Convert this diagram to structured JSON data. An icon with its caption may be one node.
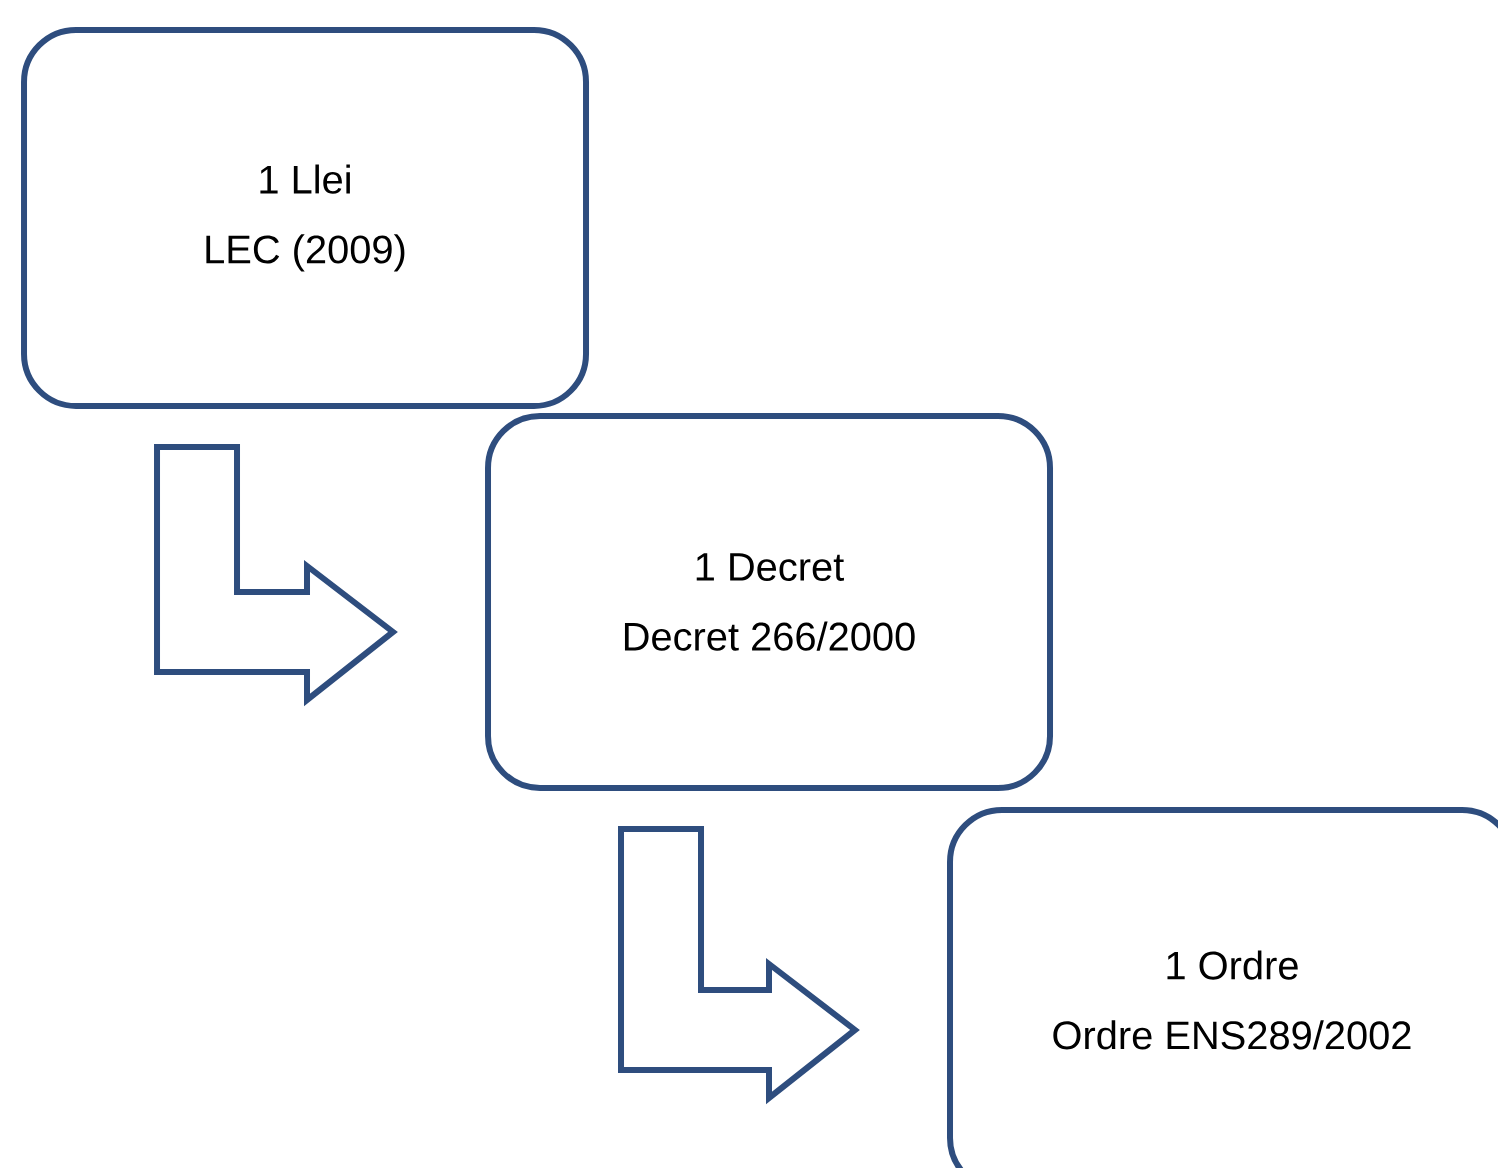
{
  "diagram": {
    "nodes": [
      {
        "text": [
          "1 Llei",
          "LEC (2009)"
        ]
      },
      {
        "text": [
          "1 Decret",
          "Decret 266/2000"
        ]
      },
      {
        "text": [
          "1 Ordre",
          "Ordre ENS289/2002"
        ]
      }
    ],
    "edges": [
      {
        "from": 0,
        "to": 1,
        "arrow": "to"
      },
      {
        "from": 1,
        "to": 2,
        "arrow": "to"
      }
    ]
  }
}
